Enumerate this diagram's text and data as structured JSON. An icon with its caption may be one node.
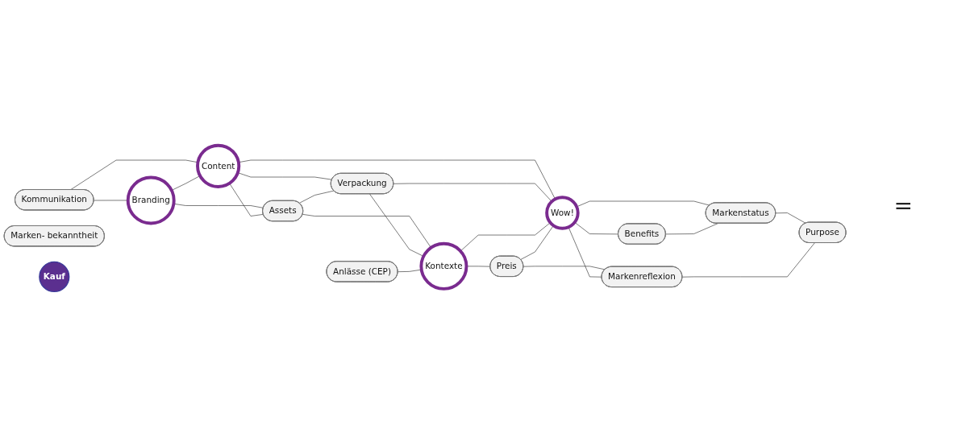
{
  "diagram": {
    "nodes": [
      {
        "text": [
          "Kommunikation"
        ]
      },
      {
        "text": [
          "Branding"
        ]
      },
      {
        "text": [
          "Content"
        ]
      },
      {
        "text": [
          "Marken- bekanntheit"
        ]
      },
      {
        "text": [
          "Assets"
        ]
      },
      {
        "text": [
          "Verpackung"
        ]
      },
      {
        "text": [
          "Wow!"
        ]
      },
      {
        "text": [
          "Benefits"
        ]
      },
      {
        "text": [
          "Markenstatus"
        ]
      },
      {
        "text": [
          "Kauf"
        ]
      },
      {
        "text": [
          "Kontexte"
        ]
      },
      {
        "text": [
          "Anlässe (CEP)"
        ]
      },
      {
        "text": [
          "Preis"
        ]
      },
      {
        "text": [
          "Markenreflexion"
        ]
      },
      {
        "text": [
          "Purpose"
        ]
      }
    ],
    "edges": [
      {
        "from": 0,
        "to": 1,
        "arrow": "none"
      },
      {
        "from": 0,
        "to": 2,
        "arrow": "none"
      },
      {
        "from": 1,
        "to": 2,
        "arrow": "none"
      },
      {
        "from": 1,
        "to": 4,
        "arrow": "none"
      },
      {
        "from": 2,
        "to": 4,
        "arrow": "none"
      },
      {
        "from": 2,
        "to": 5,
        "arrow": "none"
      },
      {
        "from": 2,
        "to": 6,
        "arrow": "none"
      },
      {
        "from": 4,
        "to": 5,
        "arrow": "none"
      },
      {
        "from": 4,
        "to": 10,
        "arrow": "none"
      },
      {
        "from": 5,
        "to": 6,
        "arrow": "none"
      },
      {
        "from": 5,
        "to": 10,
        "arrow": "none"
      },
      {
        "from": 10,
        "to": 6,
        "arrow": "none"
      },
      {
        "from": 11,
        "to": 10,
        "arrow": "none"
      },
      {
        "from": 10,
        "to": 12,
        "arrow": "none"
      },
      {
        "from": 12,
        "to": 6,
        "arrow": "none"
      },
      {
        "from": 12,
        "to": 13,
        "arrow": "none"
      },
      {
        "from": 6,
        "to": 7,
        "arrow": "none"
      },
      {
        "from": 6,
        "to": 8,
        "arrow": "none"
      },
      {
        "from": 6,
        "to": 13,
        "arrow": "none"
      },
      {
        "from": 7,
        "to": 8,
        "arrow": "none"
      },
      {
        "from": 8,
        "to": 14,
        "arrow": "none"
      },
      {
        "from": 13,
        "to": 14,
        "arrow": "none"
      }
    ],
    "labels": [
      "="
    ]
  }
}
